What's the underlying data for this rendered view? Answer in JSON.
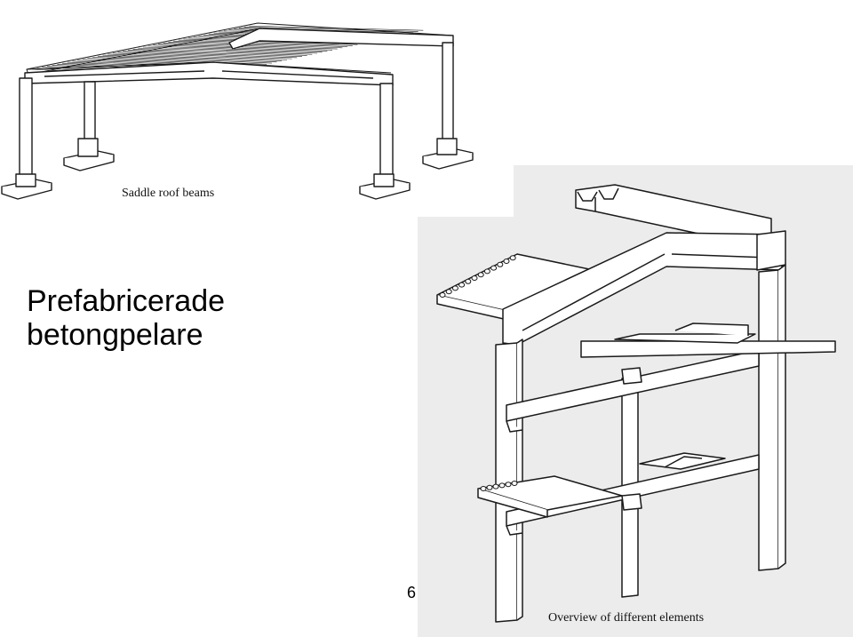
{
  "slide": {
    "title_lines": [
      "Prefabricerade",
      "betongpelare"
    ],
    "page_number": "6"
  },
  "figures": {
    "top": {
      "caption": "Saddle roof beams"
    },
    "bottom": {
      "caption": "Overview of different elements"
    }
  },
  "colors": {
    "background": "#ffffff",
    "scan_background": "#ececec",
    "line": "#1a1a1a"
  }
}
